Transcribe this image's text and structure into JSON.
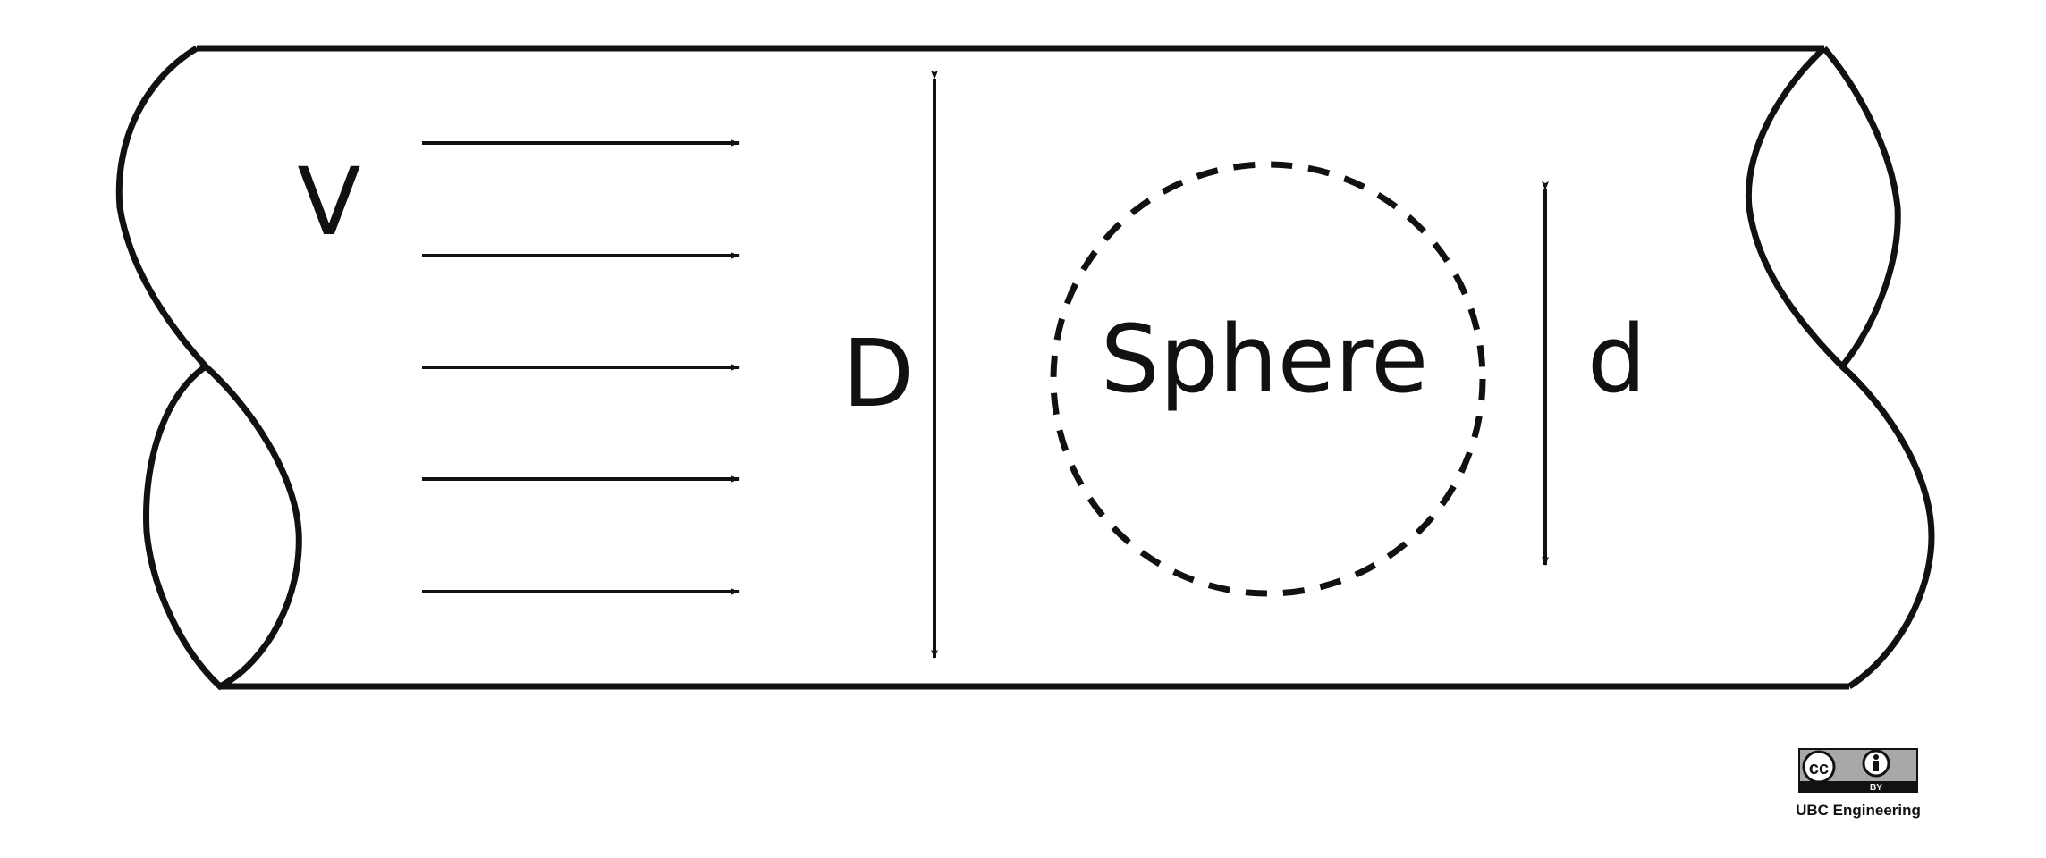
{
  "labels": {
    "velocity": "V",
    "pipe_diameter": "D",
    "sphere": "Sphere",
    "sphere_diameter": "d"
  },
  "license": {
    "badge_left": "cc",
    "badge_bottom": "BY",
    "caption": "UBC Engineering"
  },
  "colors": {
    "stroke": "#111111",
    "background": "#ffffff",
    "badge_fill": "#a8a8a8"
  }
}
